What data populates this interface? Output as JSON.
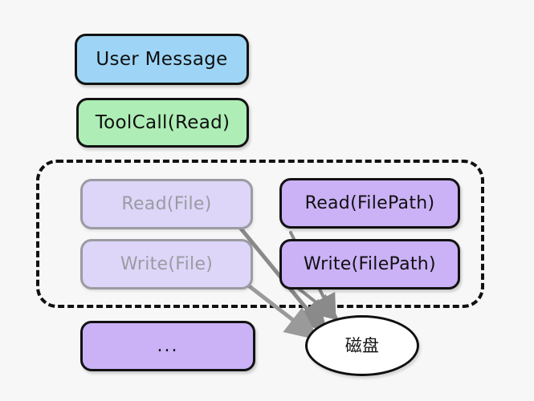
{
  "diagram": {
    "title": "Tool call path-redirection diagram",
    "background_color": "#f7f7f7",
    "nodes": {
      "user_message": {
        "label": "User Message",
        "fill": "#9ed5f6",
        "stroke": "#121212",
        "state": "active"
      },
      "tool_call": {
        "label": "ToolCall(Read)",
        "fill": "#aeeeb6",
        "stroke": "#121212",
        "state": "active"
      },
      "read_file": {
        "label": "Read(File)",
        "fill": "#ddd6f8",
        "stroke": "#9b9ba3",
        "state": "faded"
      },
      "write_file": {
        "label": "Write(File)",
        "fill": "#ddd6f8",
        "stroke": "#9b9ba3",
        "state": "faded"
      },
      "read_filepath": {
        "label": "Read(FilePath)",
        "fill": "#cbb1f6",
        "stroke": "#121212",
        "state": "active"
      },
      "write_filepath": {
        "label": "Write(FilePath)",
        "fill": "#cbb1f6",
        "stroke": "#121212",
        "state": "active"
      },
      "more": {
        "label": "...",
        "fill": "#cbb1f6",
        "stroke": "#121212",
        "state": "active"
      },
      "disk": {
        "label": "磁盘",
        "fill": "#ffffff",
        "stroke": "#101010",
        "state": "active"
      }
    },
    "group": {
      "name": "tool-implementations-group",
      "border_style": "dashed",
      "stroke": "#111111"
    },
    "edges": [
      {
        "from": "read_file",
        "to": "disk",
        "color": "#8a8a8a",
        "style": "solid-arrow"
      },
      {
        "from": "write_file",
        "to": "disk",
        "color": "#8a8a8a",
        "style": "solid-arrow"
      },
      {
        "from": "read_filepath",
        "to": "disk",
        "color": "#8a8a8a",
        "style": "solid-arrow"
      },
      {
        "from": "write_filepath",
        "to": "disk",
        "color": "#8a8a8a",
        "style": "solid-arrow"
      }
    ],
    "colors": {
      "accent_blue": "#9ed5f6",
      "accent_green": "#aeeeb6",
      "accent_purple": "#cbb1f6",
      "accent_purple_faded": "#ddd6f8",
      "arrow_gray": "#8a8a8a",
      "outline_black": "#121212",
      "outline_gray": "#9b9ba3"
    }
  }
}
